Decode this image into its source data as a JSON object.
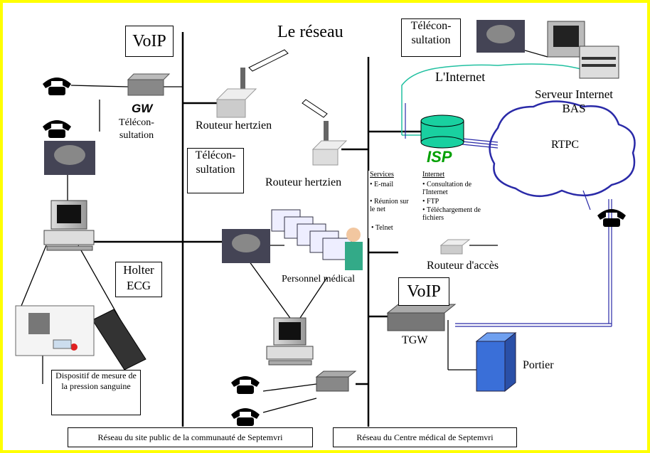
{
  "title": "Le réseau",
  "labels": {
    "voip_left": "VoIP",
    "voip_right": "VoIP",
    "gw": "GW",
    "tele_left": "Télécon-sultation",
    "tele_mid": "Télécon-sultation",
    "tele_top": "Télécon-sultation",
    "router1": "Routeur hertzien",
    "router2": "Routeur hertzien",
    "internet": "L'Internet",
    "server": "Serveur Internet BAS",
    "isp": "ISP",
    "rtpc": "RTPC",
    "holter": "Holter ECG",
    "personnel": "Personnel médical",
    "access_router": "Routeur d'accès",
    "tgw": "TGW",
    "portier": "Portier",
    "bp_device": "Dispositif de mesure de la pression sanguine",
    "footer_left": "Réseau du site public de la communauté de Septemvri",
    "footer_right": "Réseau du Centre médical de Septemvri"
  },
  "services_table": {
    "col1_header": "Services",
    "col2_header": "Internet",
    "col1": [
      "• E-mail",
      "• Réunion sur le net",
      "• Telnet"
    ],
    "col2": [
      "• Consultation de l'Internet",
      "• FTP",
      "• Téléchargement de fichiers"
    ]
  },
  "colors": {
    "frame": "#ffff00",
    "cloud": "#2a2aa8",
    "internet_line": "#20c0a0",
    "isp": "#19d0a0",
    "isp_text": "#00a000",
    "portier": "#3a6fd8"
  }
}
